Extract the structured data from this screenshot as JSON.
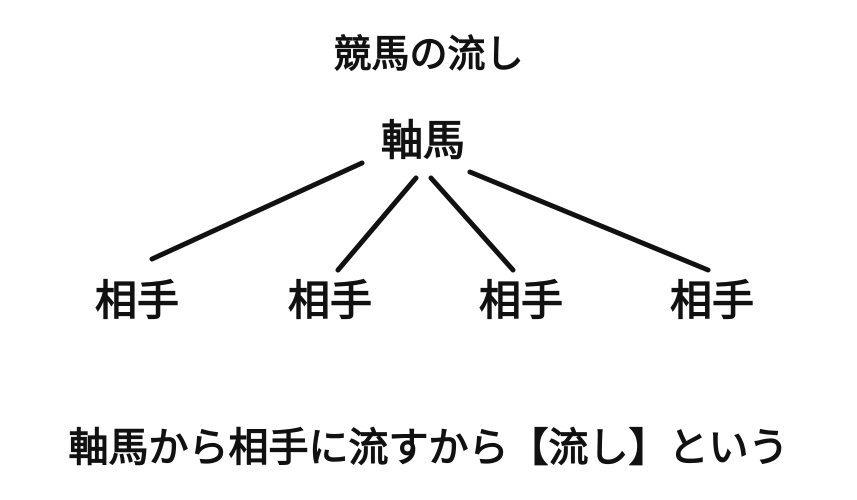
{
  "diagram": {
    "title": "競馬の流し",
    "root": "軸馬",
    "children": [
      "相手",
      "相手",
      "相手",
      "相手"
    ],
    "caption": "軸馬から相手に流すから【流し】という",
    "line_color": "#111111",
    "text_color": "#111111",
    "background": "#ffffff"
  }
}
